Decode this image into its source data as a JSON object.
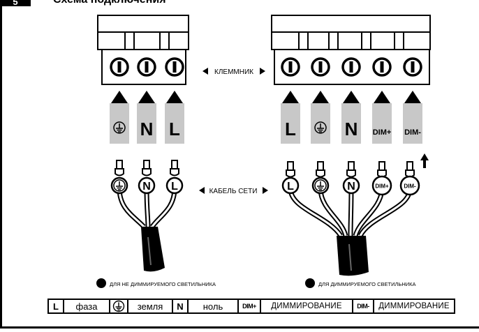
{
  "header": {
    "number": "5",
    "title": "Схема подключения"
  },
  "labels": {
    "terminal": "КЛЕММНИК",
    "cable": "КАБЕЛЬ СЕТИ"
  },
  "symbols": {
    "left_terminals": [
      "ground",
      "N",
      "L"
    ],
    "right_terminals": [
      "L",
      "ground",
      "N",
      "DIM+",
      "DIM-"
    ],
    "left_cable": [
      "ground",
      "N",
      "L"
    ],
    "right_cable": [
      "L",
      "ground",
      "N",
      "DIM+",
      "DIM-"
    ]
  },
  "notes": {
    "left": "ДЛЯ НЕ ДИММИРУЕМОГО СВЕТИЛЬНИКА",
    "right": "ДЛЯ ДИММИРУЕМОГО СВЕТИЛЬНИКА"
  },
  "legend": {
    "l_symbol": "L",
    "l_text": "фаза",
    "ground_text": "земля",
    "n_symbol": "N",
    "n_text": "ноль",
    "dimplus_symbol": "DIM+",
    "dimplus_text": "ДИММИРОВАНИЕ",
    "dimminus_symbol": "DIM-",
    "dimminus_text": "ДИММИРОВАНИЕ"
  },
  "colors": {
    "line": "#000000",
    "pin_fill": "#c8c8c8",
    "frame": "#000000"
  }
}
